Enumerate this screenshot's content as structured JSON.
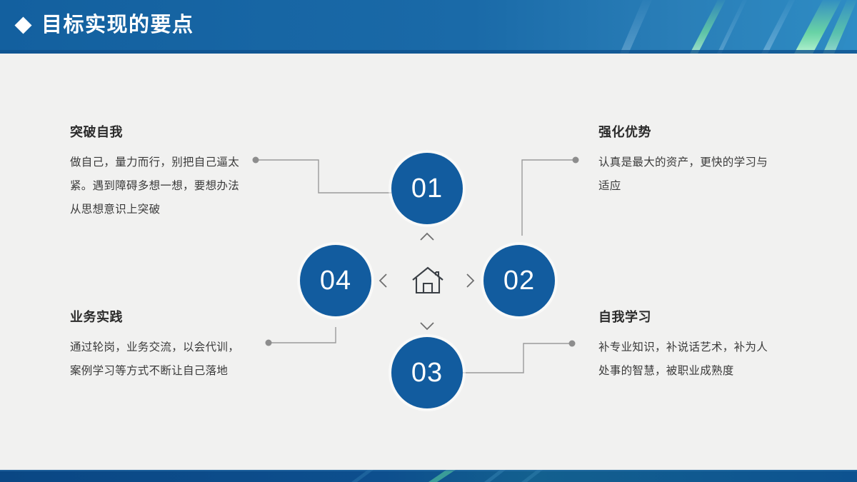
{
  "header": {
    "title": "目标实现的要点",
    "bullet_icon": "diamond-icon",
    "background_color": "#15639f",
    "title_color": "#ffffff"
  },
  "footer": {
    "background_color": "#0d4f8e"
  },
  "diagram": {
    "center_icon": "home-icon",
    "arrows": [
      "chevron-up-icon",
      "chevron-right-icon",
      "chevron-down-icon",
      "chevron-left-icon"
    ],
    "circle_color": "#125C9F",
    "connector_color": "#9a9a9a",
    "nodes": [
      {
        "number": "01",
        "position": "top"
      },
      {
        "number": "02",
        "position": "right"
      },
      {
        "number": "03",
        "position": "bottom"
      },
      {
        "number": "04",
        "position": "left"
      }
    ]
  },
  "blocks": [
    {
      "id": "top-left",
      "title": "突破自我",
      "body": "做自己，量力而行，别把自己逼太紧。遇到障碍多想一想，要想办法从思想意识上突破"
    },
    {
      "id": "top-right",
      "title": "强化优势",
      "body": "认真是最大的资产，更快的学习与适应"
    },
    {
      "id": "bottom-left",
      "title": "业务实践",
      "body": "通过轮岗，业务交流，以会代训，案例学习等方式不断让自己落地"
    },
    {
      "id": "bottom-right",
      "title": "自我学习",
      "body": "补专业知识，补说话艺术，补为人处事的智慧，被职业成熟度"
    }
  ]
}
